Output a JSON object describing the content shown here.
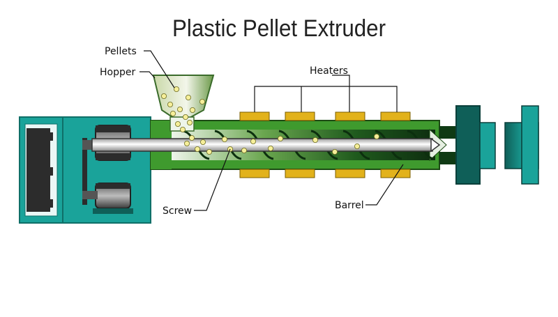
{
  "diagram": {
    "title": "Plastic Pellet Extruder",
    "labels": {
      "pellets": "Pellets",
      "hopper": "Hopper",
      "heaters": "Heaters",
      "screw": "Screw",
      "barrel": "Barrel"
    }
  },
  "colors": {
    "teal": "#1aa39a",
    "teal_dark": "#0f6f68",
    "barrel_green": "#3f9a2e",
    "dark_green": "#0f3a14",
    "heater_yellow": "#e2b21b",
    "motor_dark": "#2c2c2c",
    "pellet": "#f6ef9a"
  }
}
